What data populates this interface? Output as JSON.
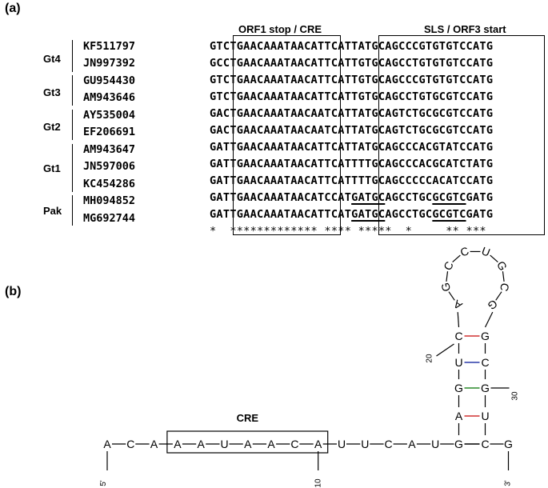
{
  "panel_a": {
    "label": "(a)",
    "headers": {
      "orf1": "ORF1 stop / CRE",
      "sls": "SLS / ORF3 start"
    },
    "groups": [
      {
        "name": "Gt4"
      },
      {
        "name": "Gt3"
      },
      {
        "name": "Gt2"
      },
      {
        "name": "Gt1"
      },
      {
        "name": "Pak"
      }
    ],
    "rows": [
      {
        "acc": "KF511797",
        "pre": "GTC",
        "cre": "TGAACAAATAACA",
        "mid": "TTCAT",
        "sls": "TATGCAGCCCGTGTGTCCATG"
      },
      {
        "acc": "JN997392",
        "pre": "GCC",
        "cre": "TGAACAAATAACA",
        "mid": "TTCAT",
        "sls": "TGTGCAGCCTGTGTGTCCATG"
      },
      {
        "acc": "GU954430",
        "pre": "GTC",
        "cre": "TGAACAAATAACA",
        "mid": "TTCAT",
        "sls": "TGTGCAGCCCGTGTGTCCATG"
      },
      {
        "acc": "AM943646",
        "pre": "GTC",
        "cre": "TGAACAAATAACA",
        "mid": "TTCAT",
        "sls": "TGTGCAGCCTGTGCGTCCATG"
      },
      {
        "acc": "AY535004",
        "pre": "GAC",
        "cre": "TGAACAAATAACA",
        "mid": "ATCAT",
        "sls": "TATGCAGTCTGCGCGTCCATG"
      },
      {
        "acc": "EF206691",
        "pre": "GAC",
        "cre": "TGAACAAATAACA",
        "mid": "ATCAT",
        "sls": "TATGCAGTCTGCGCGTCCATG"
      },
      {
        "acc": "AM943647",
        "pre": "GAT",
        "cre": "TGAACAAATAACA",
        "mid": "TTCAT",
        "sls": "TATGCAGCCCACGTATCCATG"
      },
      {
        "acc": "JN597006",
        "pre": "GAT",
        "cre": "TGAACAAATAACA",
        "mid": "TTCAT",
        "sls": "TTTGCAGCCCACGCATCTATG"
      },
      {
        "acc": "KC454286",
        "pre": "GAT",
        "cre": "TGAACAAATAACA",
        "mid": "TTCAT",
        "sls": "TTTGCAGCCCCCACATCCATG"
      },
      {
        "acc": "MH094852",
        "pre": "GAT",
        "cre": "TGAACAAATAACA",
        "mid": "TCCAT",
        "sls_u1": "GATGC",
        "sls_m": "AGCCTGC",
        "sls_u2": "GCGTC",
        "sls_e": "GATG"
      },
      {
        "acc": "MG692744",
        "pre": "GAT",
        "cre": "TGAACAAATAACA",
        "mid": "TTCAT",
        "sls_u1": "GATGC",
        "sls_m": "AGCCTGC",
        "sls_u2": "GCGTC",
        "sls_e": "GATG"
      }
    ],
    "consensus": {
      "pre": "*  ",
      "cre": "*************",
      "mid": " ****",
      "sls": " *****  *     ** ***"
    }
  },
  "panel_b": {
    "label": "(b)",
    "cre_label": "CRE",
    "five_prime": "5'",
    "three_prime": "3'",
    "linear": [
      "A",
      "C",
      "A",
      "A",
      "A",
      "U",
      "A",
      "A",
      "C",
      "A",
      "U",
      "U",
      "C",
      "A",
      "U",
      "G"
    ],
    "stem_left": [
      "A",
      "G",
      "U",
      "C"
    ],
    "stem_right": [
      "U",
      "G",
      "C",
      "G"
    ],
    "loop": [
      "A",
      "G",
      "C",
      "C",
      "U",
      "G",
      "C",
      "G"
    ],
    "tail": "G",
    "pos_marks": [
      "10",
      "20",
      "30"
    ],
    "pair_colors": [
      "#d03030",
      "#2a8a2a",
      "#2a3aa8",
      "#d03030"
    ]
  }
}
